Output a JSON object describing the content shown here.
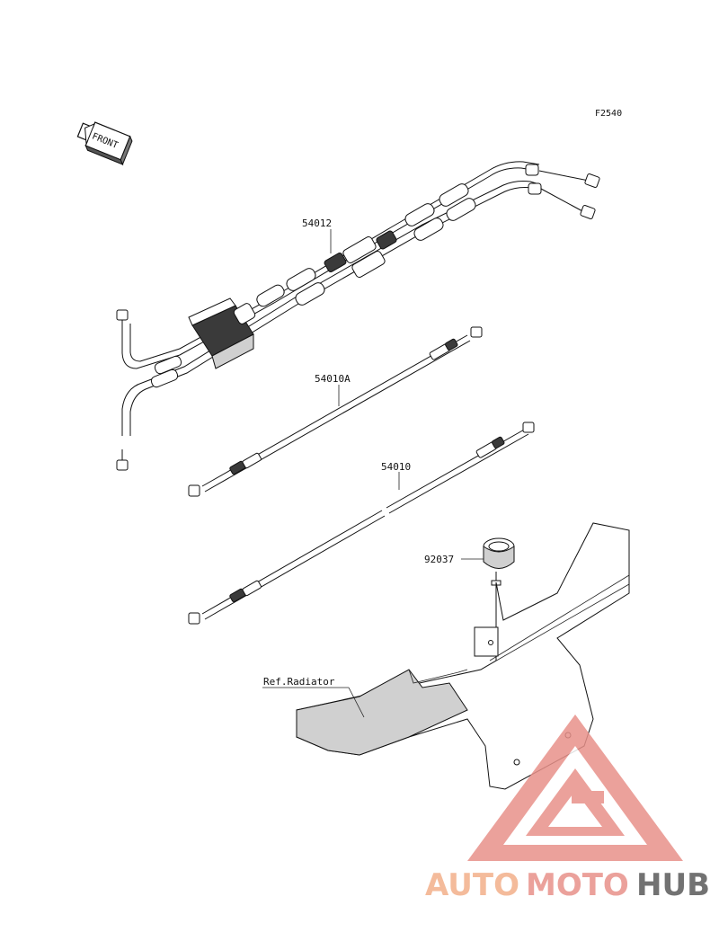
{
  "figure_code": "F2540",
  "front_indicator": "FRONT",
  "parts": [
    {
      "number": "54012"
    },
    {
      "number": "54010A"
    },
    {
      "number": "54010"
    },
    {
      "number": "92037"
    }
  ],
  "reference_label": "Ref.Radiator",
  "watermark": {
    "part1": "AUTO",
    "part2": "MOTO",
    "part3": "HUB",
    "color_primary": "#e8918a",
    "color_secondary": "#f3b08a",
    "color_dark": "#5a5a5a"
  }
}
